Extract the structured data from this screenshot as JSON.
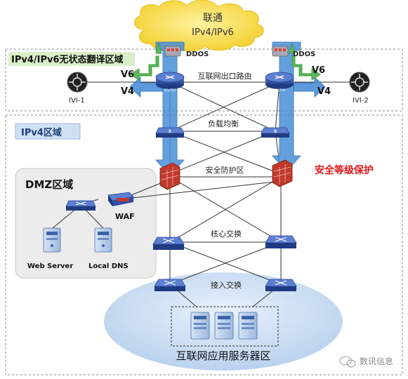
{
  "cloud": {
    "line1": "联通",
    "line2": "IPv4/IPv6"
  },
  "zones": {
    "nat_zone": "IPv4/IPv6无状态翻译区域",
    "ipv4_zone": "IPv4区域",
    "dmz_zone": "DMZ区域",
    "server_zone": "互联网应用服务器区"
  },
  "layers": {
    "egress": "互联网出口路由",
    "load_balance": "负载均衡",
    "security": "安全防护区",
    "core": "核心交换",
    "access": "接入交换"
  },
  "labels": {
    "ddos_left": "DDOS",
    "ddos_right": "DDOS",
    "v6_left": "V6",
    "v4_left": "V4",
    "v6_right": "V6",
    "v4_right": "V4",
    "ivi1": "IVI-1",
    "ivi2": "IVI-2",
    "waf": "WAF",
    "web_server": "Web Server",
    "local_dns": "Local DNS",
    "security_level": "安全等级保护",
    "router_tag": "ROUTER",
    "watermark": "数讯信息"
  },
  "colors": {
    "device_blue": "#2d4ea6",
    "arrow_blue": "#4a8fd8",
    "arrow_green": "#5cb85c",
    "firewall_red": "#c0392b",
    "security_red": "#e0181b",
    "cloud_yellow": "#f7dc3c",
    "zone_blue": "#3a78c2"
  }
}
